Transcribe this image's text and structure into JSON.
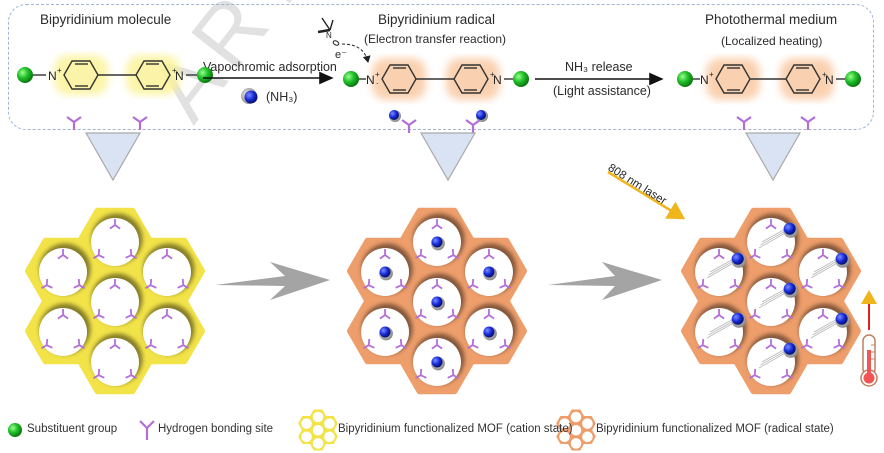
{
  "figure": {
    "stages": [
      {
        "title": "Bipyridinium molecule",
        "subtitle": "",
        "state": "cation",
        "highlight_color": "#fbf39a"
      },
      {
        "title": "Bipyridinium radical",
        "subtitle": "(Electron transfer reaction)",
        "state": "radical",
        "highlight_color": "#f9c9a3"
      },
      {
        "title": "Photothermal medium",
        "subtitle": "(Localized heating)",
        "state": "radical",
        "highlight_color": "#f9c9a3"
      }
    ],
    "arrows": [
      {
        "label_top": "Vapochromic adsorption",
        "label_bottom": "(NH₃)"
      },
      {
        "label_top": "NH₃ release",
        "label_bottom": "(Light assistance)"
      }
    ],
    "electron_label": "e⁻",
    "nitrogen_label_left": "N⁺",
    "nitrogen_label_right": "⁺N",
    "laser_label": "808 nm laser",
    "watermark": "ARTICLE IN",
    "mofs": [
      {
        "name": "cation-state-mof",
        "color": "#f2e349",
        "guest": "none"
      },
      {
        "name": "radical-state-mof-loaded",
        "color": "#ee9e6b",
        "guest": "NH3 in pore center"
      },
      {
        "name": "radical-state-mof-heated",
        "color": "#ee9e6b",
        "guest": "NH3 released at pore edge"
      }
    ],
    "legend": [
      {
        "icon": "green-sphere-icon",
        "label": "Substituent group"
      },
      {
        "icon": "hydrogen-bond-site-icon",
        "label": "Hydrogen bonding site"
      },
      {
        "icon": "yellow-mof-icon",
        "label": "Bipyridinium functionalized MOF (cation state)"
      },
      {
        "icon": "orange-mof-icon",
        "label": "Bipyridinium functionalized MOF (radical state)"
      }
    ],
    "colors": {
      "substituent": "#22c22a",
      "hbond_site": "#b46fd6",
      "nh3_n": "#1428d8",
      "nh3_h": "#c8c8c8",
      "dashed_border": "#9fb4d8",
      "laser": "#f1b51c",
      "heat_arrow": "#e02020",
      "process_arrow": "#9a9a9a"
    }
  }
}
